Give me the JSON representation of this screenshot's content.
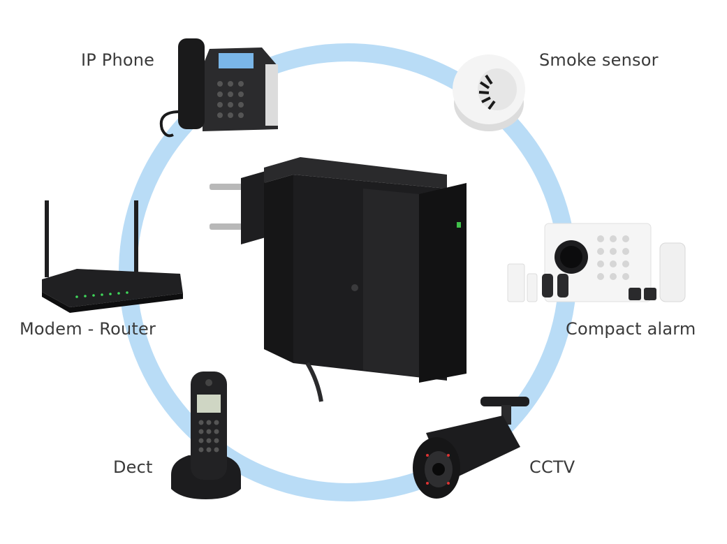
{
  "devices": {
    "ip_phone": "IP Phone",
    "smoke_sensor": "Smoke sensor",
    "modem_router": "Modem - Router",
    "compact_alarm": "Compact alarm",
    "dect": "Dect",
    "cctv": "CCTV"
  },
  "colors": {
    "ring": "#b9dcf6",
    "device_black": "#1c1c1e",
    "device_white": "#f2f2f2",
    "label_text": "#3a3a3a"
  }
}
